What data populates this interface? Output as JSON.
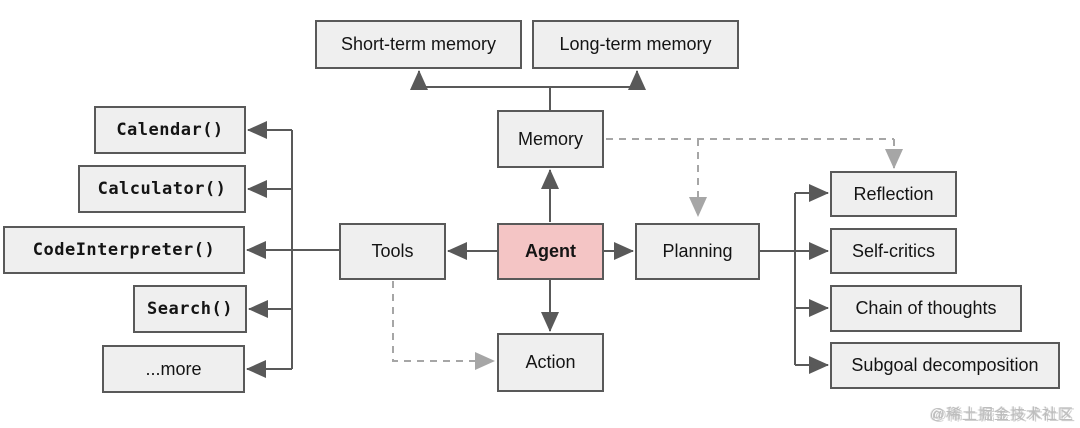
{
  "diagram": {
    "nodes": {
      "short_term_memory": {
        "label": "Short-term memory"
      },
      "long_term_memory": {
        "label": "Long-term memory"
      },
      "memory": {
        "label": "Memory"
      },
      "agent": {
        "label": "Agent"
      },
      "tools": {
        "label": "Tools"
      },
      "planning": {
        "label": "Planning"
      },
      "action": {
        "label": "Action"
      },
      "calendar": {
        "label": "Calendar()"
      },
      "calculator": {
        "label": "Calculator()"
      },
      "code_interpreter": {
        "label": "CodeInterpreter()"
      },
      "search": {
        "label": "Search()"
      },
      "more": {
        "label": "...more"
      },
      "reflection": {
        "label": "Reflection"
      },
      "self_critics": {
        "label": "Self-critics"
      },
      "chain_of_thoughts": {
        "label": "Chain of thoughts"
      },
      "subgoal_decomposition": {
        "label": "Subgoal decomposition"
      }
    },
    "edges": [
      {
        "from": "Memory",
        "to": "Short-term memory",
        "style": "solid"
      },
      {
        "from": "Memory",
        "to": "Long-term memory",
        "style": "solid"
      },
      {
        "from": "Agent",
        "to": "Memory",
        "style": "solid"
      },
      {
        "from": "Agent",
        "to": "Tools",
        "style": "solid"
      },
      {
        "from": "Agent",
        "to": "Planning",
        "style": "solid"
      },
      {
        "from": "Agent",
        "to": "Action",
        "style": "solid"
      },
      {
        "from": "Tools",
        "to": "Calendar()",
        "style": "solid"
      },
      {
        "from": "Tools",
        "to": "Calculator()",
        "style": "solid"
      },
      {
        "from": "Tools",
        "to": "CodeInterpreter()",
        "style": "solid"
      },
      {
        "from": "Tools",
        "to": "Search()",
        "style": "solid"
      },
      {
        "from": "Tools",
        "to": "...more",
        "style": "solid"
      },
      {
        "from": "Planning",
        "to": "Reflection",
        "style": "solid"
      },
      {
        "from": "Planning",
        "to": "Self-critics",
        "style": "solid"
      },
      {
        "from": "Planning",
        "to": "Chain of thoughts",
        "style": "solid"
      },
      {
        "from": "Planning",
        "to": "Subgoal decomposition",
        "style": "solid"
      },
      {
        "from": "Memory",
        "to": "Planning",
        "style": "dashed"
      },
      {
        "from": "Memory",
        "to": "Reflection",
        "style": "dashed"
      },
      {
        "from": "Tools",
        "to": "Action",
        "style": "dashed"
      }
    ],
    "colors": {
      "node_fill": "#efefef",
      "node_border": "#595959",
      "agent_fill": "#f4c5c5",
      "solid_line": "#595959",
      "dashed_line": "#a6a6a6"
    },
    "watermark": {
      "text": "@稀土掘金技术社区"
    }
  }
}
